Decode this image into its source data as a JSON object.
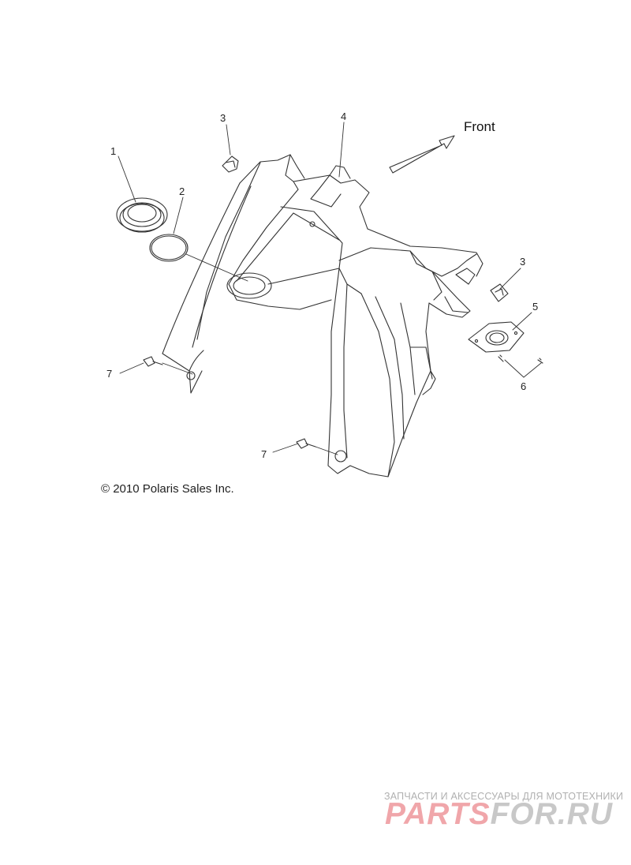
{
  "diagram": {
    "front_label": "Front",
    "copyright": "© 2010 Polaris Sales Inc.",
    "callouts": [
      "1",
      "2",
      "3",
      "4",
      "3",
      "5",
      "6",
      "7",
      "7"
    ]
  },
  "watermark": {
    "tagline": "ЗАПЧАСТИ И АКСЕССУАРЫ ДЛЯ МОТОТЕХНИКИ",
    "brand_part1": "PARTS",
    "brand_part2": "FOR.RU",
    "colors": {
      "brand_red": "#f0a6aa",
      "brand_gray": "#c8c8c8"
    }
  }
}
